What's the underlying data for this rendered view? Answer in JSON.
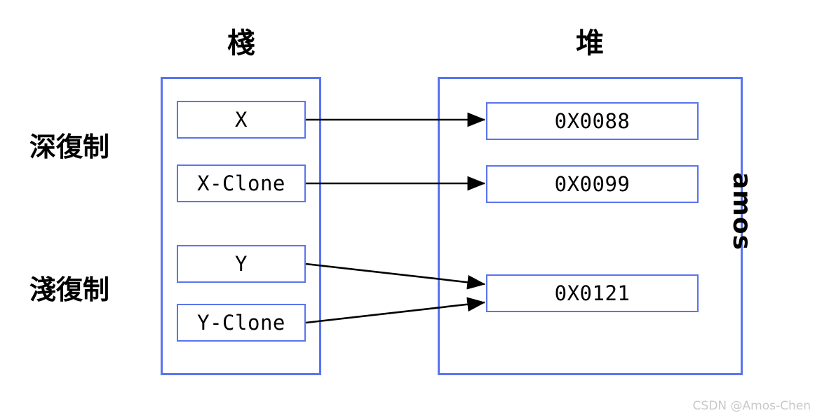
{
  "diagram": {
    "headings": {
      "stack": "棧",
      "heap": "堆"
    },
    "row_labels": {
      "deep_copy": "深復制",
      "shallow_copy": "淺復制"
    },
    "stack": {
      "cells": [
        {
          "id": "x",
          "label": "X"
        },
        {
          "id": "x-clone",
          "label": "X-Clone"
        },
        {
          "id": "y",
          "label": "Y"
        },
        {
          "id": "y-clone",
          "label": "Y-Clone"
        }
      ]
    },
    "heap": {
      "cells": [
        {
          "id": "addr-0088",
          "label": "0X0088"
        },
        {
          "id": "addr-0099",
          "label": "0X0099"
        },
        {
          "id": "addr-0121",
          "label": "0X0121"
        }
      ]
    },
    "arrows": [
      {
        "id": "x-to-0088",
        "from": "X",
        "to": "0X0088",
        "style": "straight"
      },
      {
        "id": "x-clone-to-0099",
        "from": "X-Clone",
        "to": "0X0099",
        "style": "straight"
      },
      {
        "id": "y-to-0121",
        "from": "Y",
        "to": "0X0121",
        "style": "diagonal-down"
      },
      {
        "id": "y-clone-to-0121",
        "from": "Y-Clone",
        "to": "0X0121",
        "style": "diagonal-up"
      }
    ]
  },
  "brand": {
    "side_text": "amos",
    "watermark": "CSDN @Amos-Chen"
  },
  "colors": {
    "box_border": "#5a74ee",
    "arrow": "#000000",
    "text": "#000000",
    "watermark": "#c9c9c9",
    "background": "#ffffff"
  }
}
